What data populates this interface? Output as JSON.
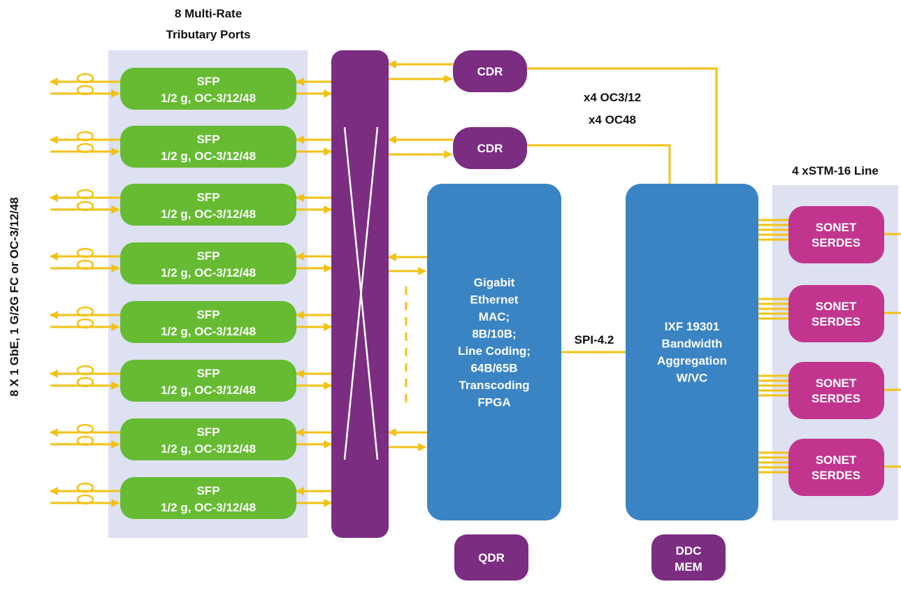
{
  "header": {
    "tributary_title_line1": "8 Multi-Rate",
    "tributary_title_line2": "Tributary Ports",
    "side_label": "8 X 1 GbE, 1 G/2G FC or OC-3/12/48",
    "line_title": "4 xSTM-16 Line"
  },
  "sfp_modules": [
    {
      "line1": "SFP",
      "line2": "1/2 g, OC-3/12/48"
    },
    {
      "line1": "SFP",
      "line2": "1/2 g, OC-3/12/48"
    },
    {
      "line1": "SFP",
      "line2": "1/2 g, OC-3/12/48"
    },
    {
      "line1": "SFP",
      "line2": "1/2 g, OC-3/12/48"
    },
    {
      "line1": "SFP",
      "line2": "1/2 g, OC-3/12/48"
    },
    {
      "line1": "SFP",
      "line2": "1/2 g, OC-3/12/48"
    },
    {
      "line1": "SFP",
      "line2": "1/2 g, OC-3/12/48"
    },
    {
      "line1": "SFP",
      "line2": "1/2 g, OC-3/12/48"
    }
  ],
  "cdr_blocks": [
    {
      "label": "CDR"
    },
    {
      "label": "CDR"
    }
  ],
  "oc_labels": {
    "line1": "x4 OC3/12",
    "line2": "x4 OC48"
  },
  "fpga": {
    "lines": [
      "Gigabit",
      "Ethernet",
      "MAC;",
      "8B/10B;",
      "Line Coding;",
      "64B/65B",
      "Transcoding",
      "FPGA"
    ]
  },
  "spi_label": "SPI-4.2",
  "ixf": {
    "lines": [
      "IXF 19301",
      "Bandwidth",
      "Aggregation",
      "W/VC"
    ]
  },
  "serdes": [
    {
      "line1": "SONET",
      "line2": "SERDES"
    },
    {
      "line1": "SONET",
      "line2": "SERDES"
    },
    {
      "line1": "SONET",
      "line2": "SERDES"
    },
    {
      "line1": "SONET",
      "line2": "SERDES"
    }
  ],
  "qdr": {
    "label": "QDR"
  },
  "ddc": {
    "line1": "DDC",
    "line2": "MEM"
  },
  "colors": {
    "panel": "#dde1f1",
    "sfp_green": "#66bb33",
    "crossbar_purple": "#7b2d82",
    "fpga_blue": "#3a84c4",
    "serdes_magenta": "#c2358f",
    "wire_yellow": "#f2c215"
  }
}
